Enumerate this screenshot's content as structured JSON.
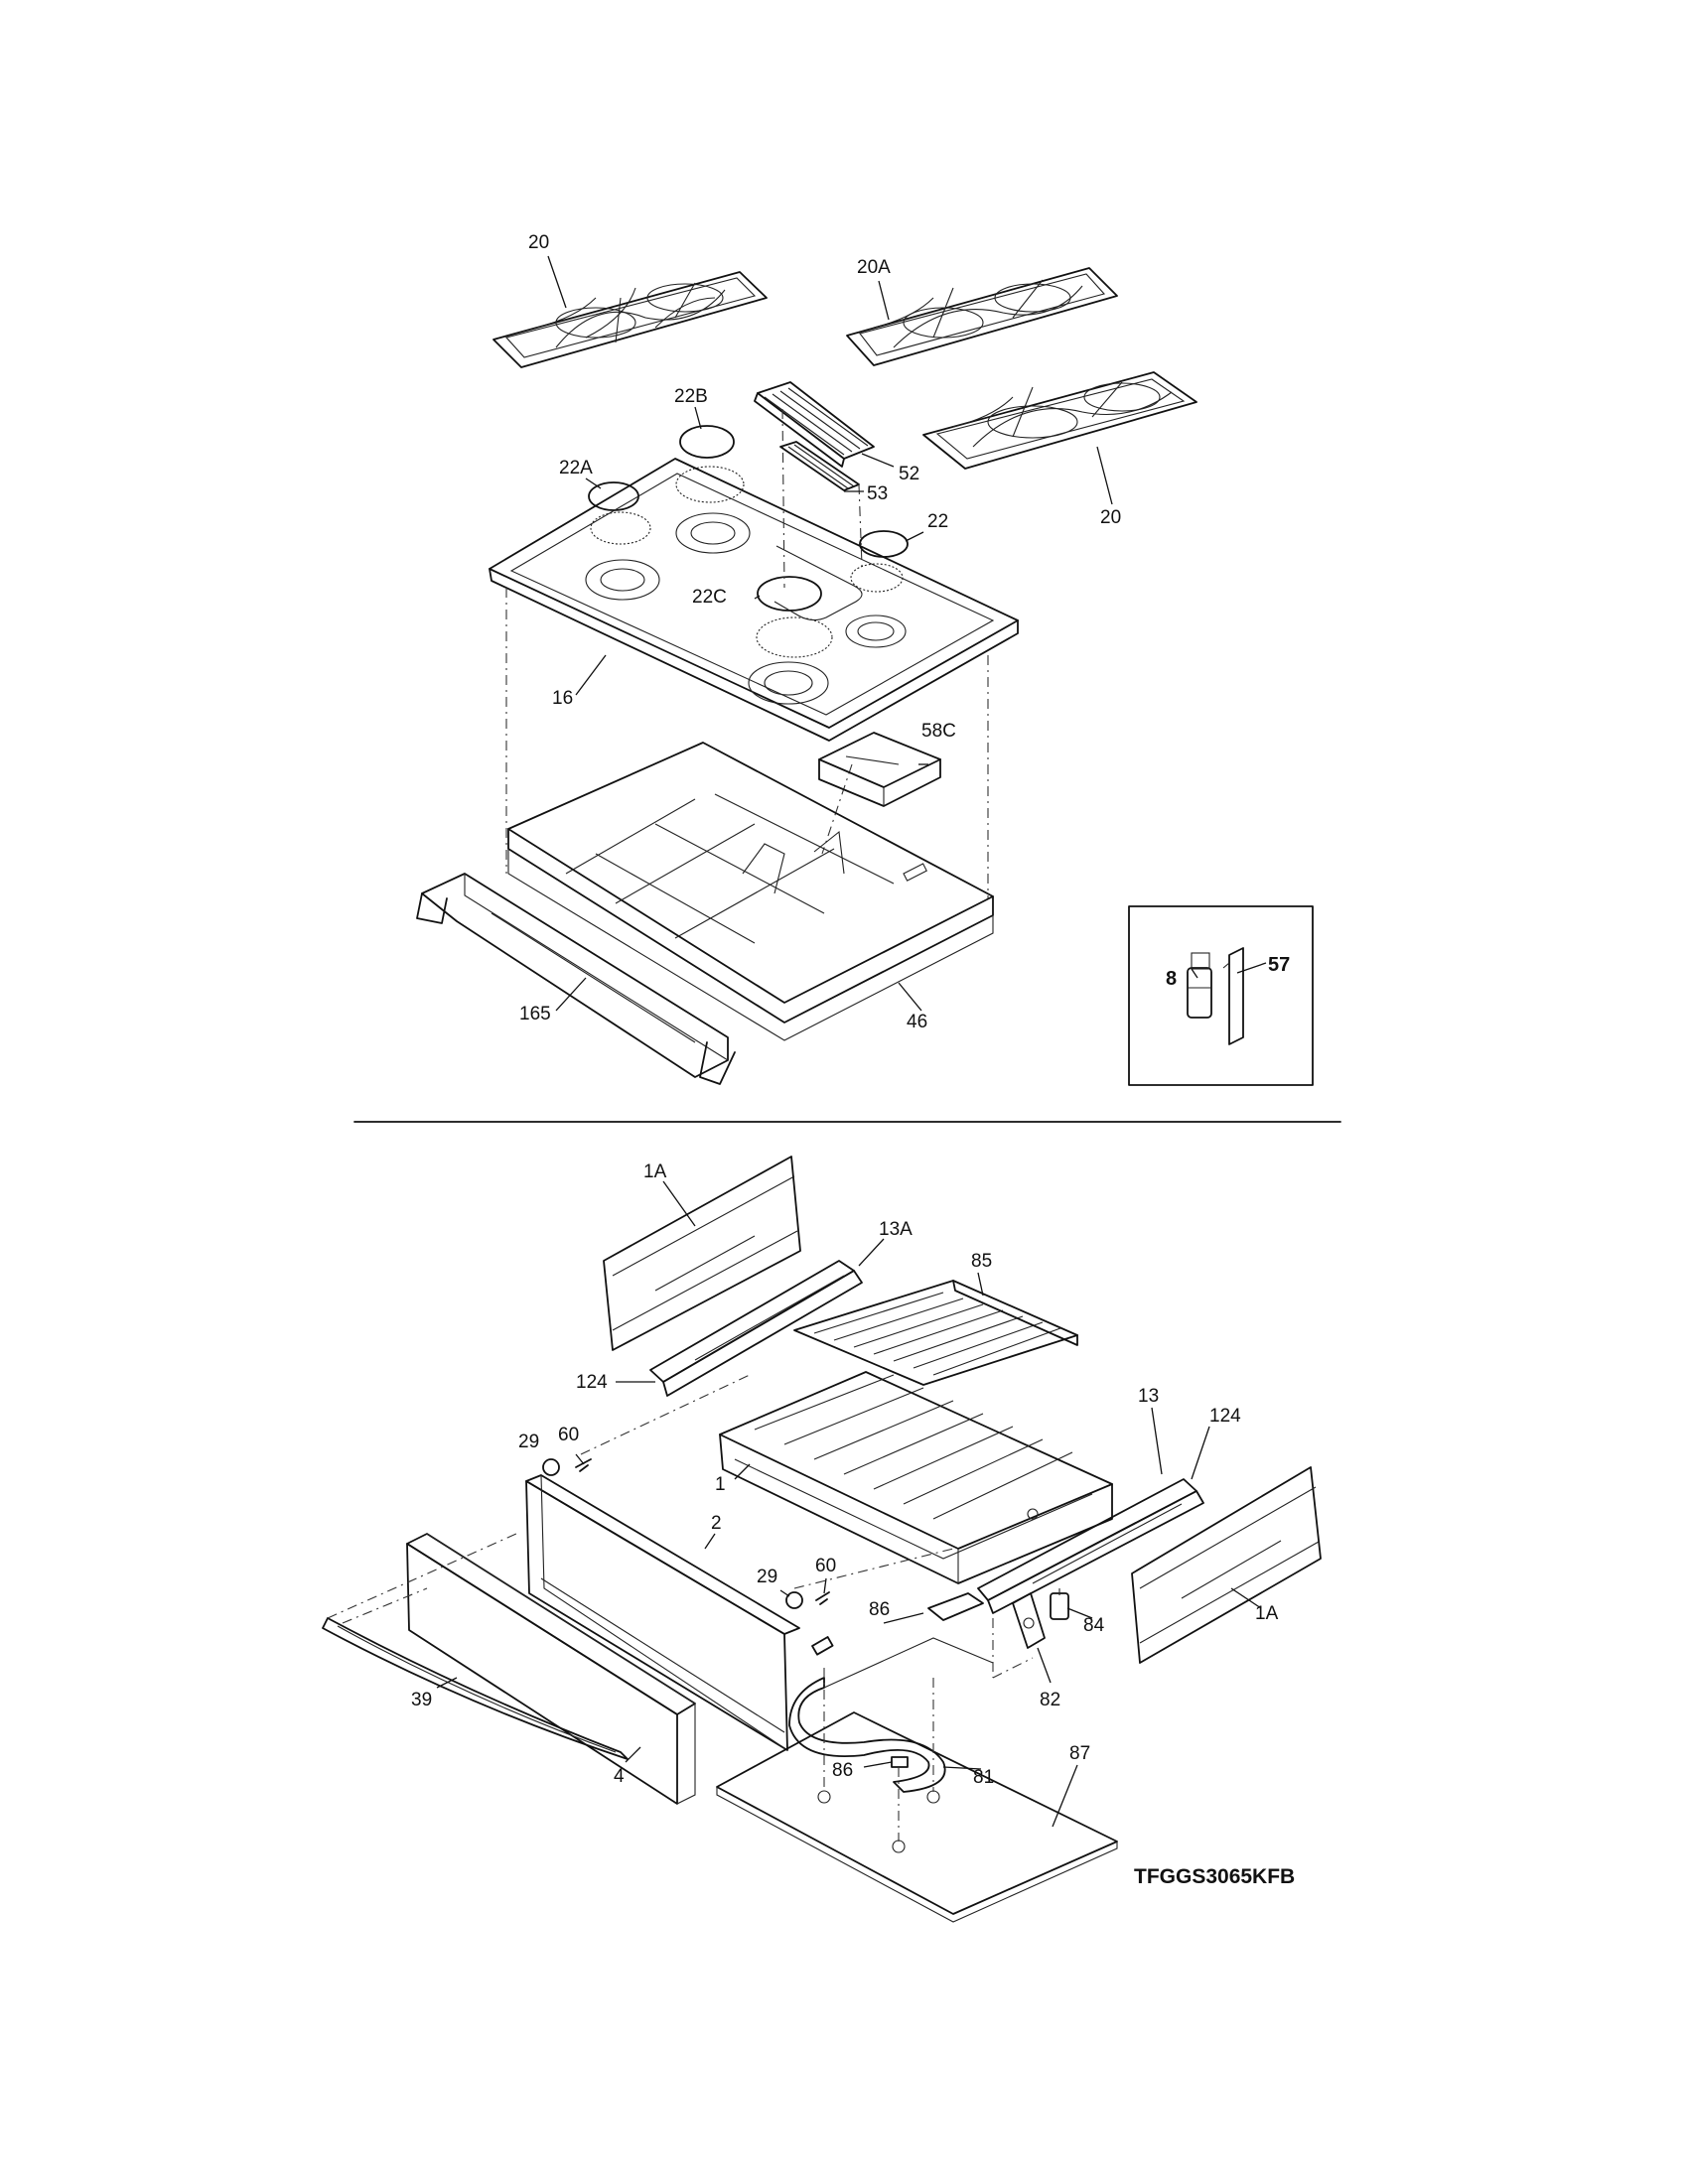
{
  "labels": {
    "p20_left": "20",
    "p20a": "20A",
    "p22b": "22B",
    "p22a": "22A",
    "p52": "52",
    "p53": "53",
    "p20_right": "20",
    "p22": "22",
    "p22c": "22C",
    "p16": "16",
    "p58c": "58C",
    "p165": "165",
    "p46": "46",
    "p8": "8",
    "p57": "57",
    "p1a_top": "1A",
    "p13a": "13A",
    "p85": "85",
    "p124_left": "124",
    "p29_left": "29",
    "p60_left": "60",
    "p13": "13",
    "p124_right": "124",
    "p1": "1",
    "p2": "2",
    "p29_right": "29",
    "p60_right": "60",
    "p86_top": "86",
    "p84": "84",
    "p1a_right": "1A",
    "p82": "82",
    "p39": "39",
    "p86_bottom": "86",
    "p87": "87",
    "p81": "81",
    "p4": "4"
  },
  "model_number": "TFGGS3065KFB"
}
